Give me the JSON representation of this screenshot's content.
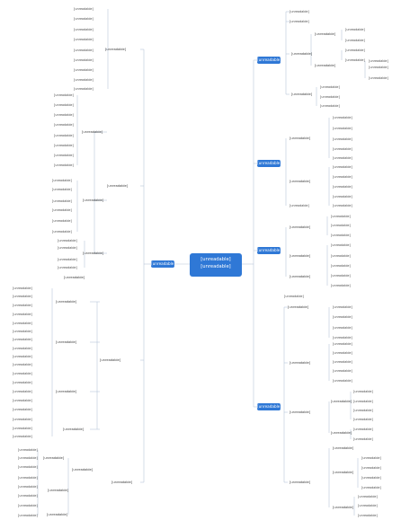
{
  "center": {
    "line1": "[unreadable]",
    "line2": "[unreadable]"
  },
  "boxes": {
    "left": "[unreadable]",
    "r1": "[unreadable]",
    "r2": "[unreadable]",
    "r3": "[unreadable]",
    "r4": "[unreadable]"
  },
  "label_text": "[unreadable]",
  "colors": {
    "accent": "#2f78d6",
    "line": "#b8c6d8",
    "text": "#4a4a4a"
  }
}
